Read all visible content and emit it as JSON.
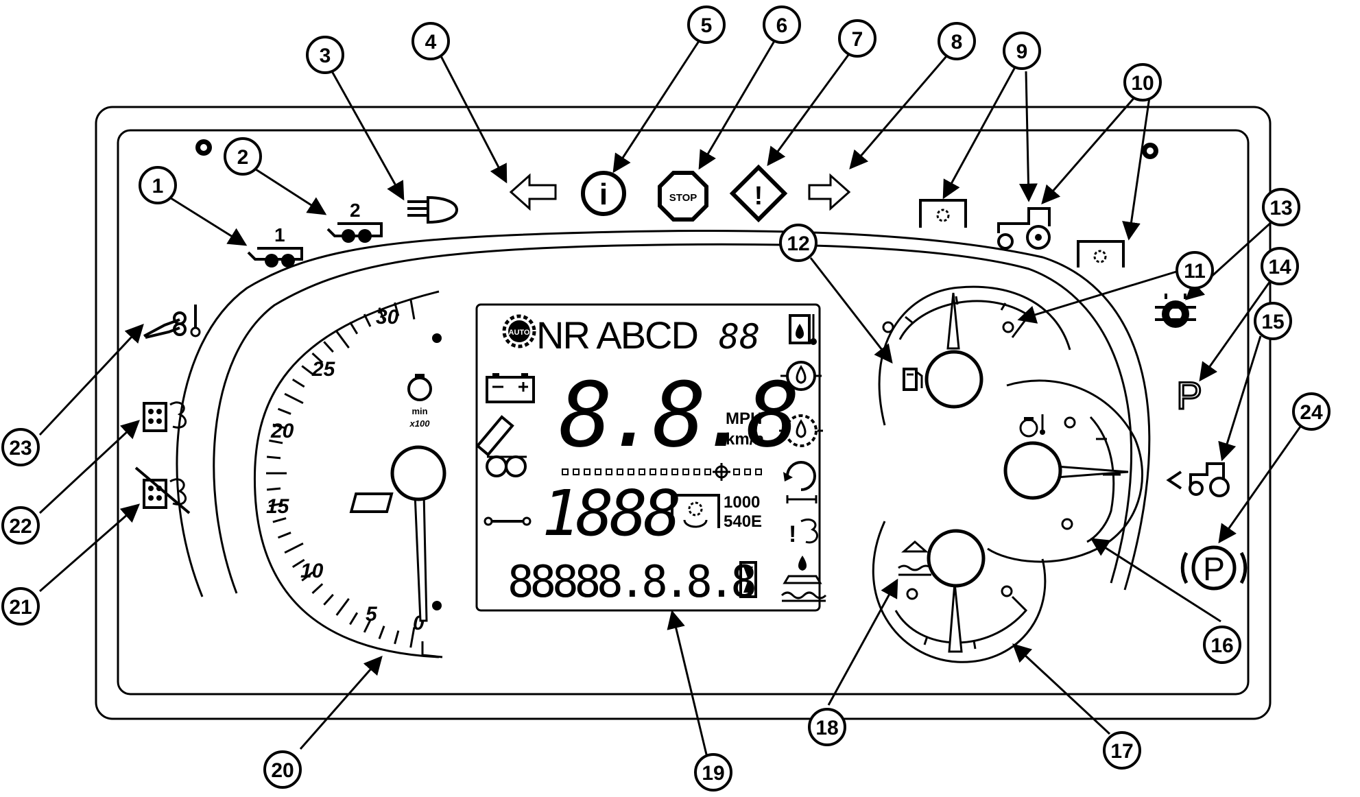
{
  "callouts": [
    "1",
    "2",
    "3",
    "4",
    "5",
    "6",
    "7",
    "8",
    "9",
    "10",
    "11",
    "12",
    "13",
    "14",
    "15",
    "16",
    "17",
    "18",
    "19",
    "20",
    "21",
    "22",
    "23",
    "24"
  ],
  "tachometer": {
    "scale_labels": [
      "0",
      "5",
      "10",
      "15",
      "20",
      "25",
      "30"
    ],
    "unit_line1": "min",
    "unit_line2": "x100"
  },
  "lcd": {
    "auto_label": "AUTO",
    "gear_text": "NR ABCD",
    "gear_digits": "88",
    "speed_digits": "8.8.8",
    "speed_unit_1": "MPH",
    "speed_unit_2": "km/h",
    "pto_digits": "1888",
    "pto_speed_1": "1000",
    "pto_speed_2": "540E",
    "hours_digits": "88888.8.8.8"
  },
  "indicators": {
    "trailer_1": "1",
    "trailer_2": "2",
    "stop_label": "STOP",
    "info_label": "i",
    "warning_label": "!",
    "park_label": "P",
    "park_brake_label": "P"
  },
  "colors": {
    "line": "#000000",
    "background": "#ffffff"
  }
}
